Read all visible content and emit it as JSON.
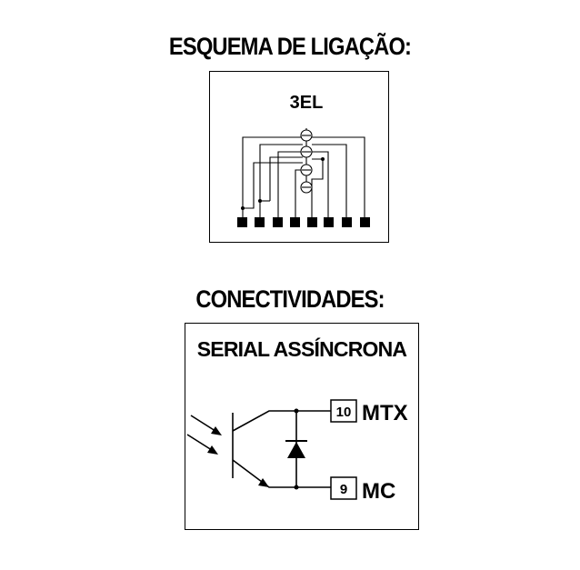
{
  "wiring_section": {
    "title": "ESQUEMA DE LIGAÇÃO:",
    "model": "3EL"
  },
  "connectivity_section": {
    "title": "CONECTIVIDADES:",
    "type": "SERIAL ASSÍNCRONA",
    "terminals": [
      {
        "number": "10",
        "label": "MTX"
      },
      {
        "number": "9",
        "label": "MC"
      }
    ]
  }
}
